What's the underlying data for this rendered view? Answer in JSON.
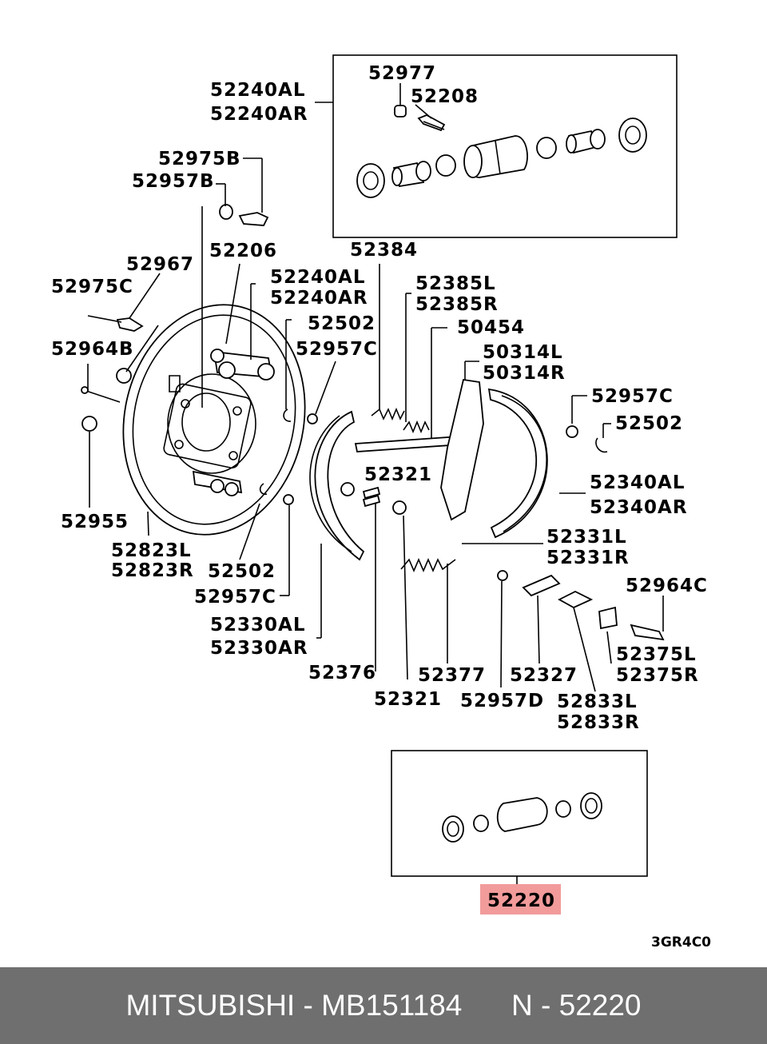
{
  "footer": {
    "brand": "MITSUBISHI",
    "sep1": " - ",
    "part_number": "MB151184",
    "sep2": "      N - ",
    "ref_number": "52220"
  },
  "diagram_code": "3GR4C0",
  "highlight_color": "#f08a8a",
  "labels": {
    "l52977": "52977",
    "l52208": "52208",
    "l52240AL_top": "52240AL",
    "l52240AR_top": "52240AR",
    "l52975B": "52975B",
    "l52957B": "52957B",
    "l52967": "52967",
    "l52206": "52206",
    "l52975C": "52975C",
    "l52240AL_mid": "52240AL",
    "l52240AR_mid": "52240AR",
    "l52384": "52384",
    "l52385L": "52385L",
    "l52385R": "52385R",
    "l52502_a": "52502",
    "l52957C_a": "52957C",
    "l52964B": "52964B",
    "l50454": "50454",
    "l50314L": "50314L",
    "l50314R": "50314R",
    "l52957C_b": "52957C",
    "l52502_b": "52502",
    "l52321_a": "52321",
    "l52340AL": "52340AL",
    "l52340AR": "52340AR",
    "l52955": "52955",
    "l52823L": "52823L",
    "l52823R": "52823R",
    "l52331L": "52331L",
    "l52331R": "52331R",
    "l52502_c": "52502",
    "l52964C": "52964C",
    "l52957C_c": "52957C",
    "l52330AL": "52330AL",
    "l52330AR": "52330AR",
    "l52375L": "52375L",
    "l52375R": "52375R",
    "l52376": "52376",
    "l52377": "52377",
    "l52327": "52327",
    "l52321_b": "52321",
    "l52957D": "52957D",
    "l52833L": "52833L",
    "l52833R": "52833R",
    "l52220": "52220"
  }
}
